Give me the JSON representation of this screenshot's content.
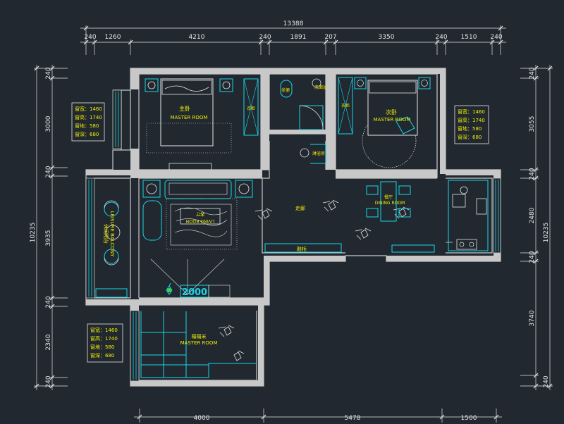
{
  "colors": {
    "background": "#212830",
    "wall": "#c8c8c8",
    "cyan": "#18d8e8",
    "white": "#e6e6e6",
    "yellow": "#f0f000",
    "dim": "#8a8a8a"
  },
  "top_dimensions": {
    "total": "13388",
    "segments": [
      "240",
      "1260",
      "4210",
      "240",
      "1891",
      "207",
      "3350",
      "240",
      "1510",
      "240"
    ]
  },
  "bottom_dimensions": {
    "segments": [
      "4000",
      "5478",
      "1500"
    ]
  },
  "left_dimensions": {
    "total": "10235",
    "segments": [
      "240",
      "3000",
      "240",
      "3935",
      "240",
      "2340",
      "240"
    ]
  },
  "right_dimensions": {
    "total": "10235",
    "segments": [
      "240",
      "3055",
      "240",
      "2480",
      "240",
      "3740",
      "240"
    ]
  },
  "rooms": {
    "master_cn": "主卧",
    "master_en": "MASTER ROOM",
    "second_cn": "次卧",
    "second_en": "MASTER ROOM",
    "living_cn": "客厅",
    "living_en": "LIVING ROOM",
    "dining_cn": "餐厅",
    "dining_en": "DINING ROOM",
    "corridor": "走廊",
    "bottom_cn": "榻榻米",
    "bottom_en": "MASTER ROOM",
    "balcony_cn": "休闲阳台",
    "balcony_en": "LEISURE BALCONY",
    "tv_size": "2000",
    "wardrobe": "衣柜",
    "wardrobe_alt": "衣柜",
    "toilet": "坐便",
    "basin": "洗面盆",
    "shower": "淋浴房",
    "shoe_cabinet": "鞋柜"
  },
  "window_tables": {
    "left_top": [
      "窗宽：1460",
      "窗高：1740",
      "窗地：580",
      "窗深：680"
    ],
    "right_top": [
      "窗宽：1460",
      "窗高：1740",
      "窗地：580",
      "窗深：680"
    ],
    "left_bottom": [
      "窗宽：1460",
      "窗高：1740",
      "窗地：580",
      "窗深：680"
    ]
  }
}
